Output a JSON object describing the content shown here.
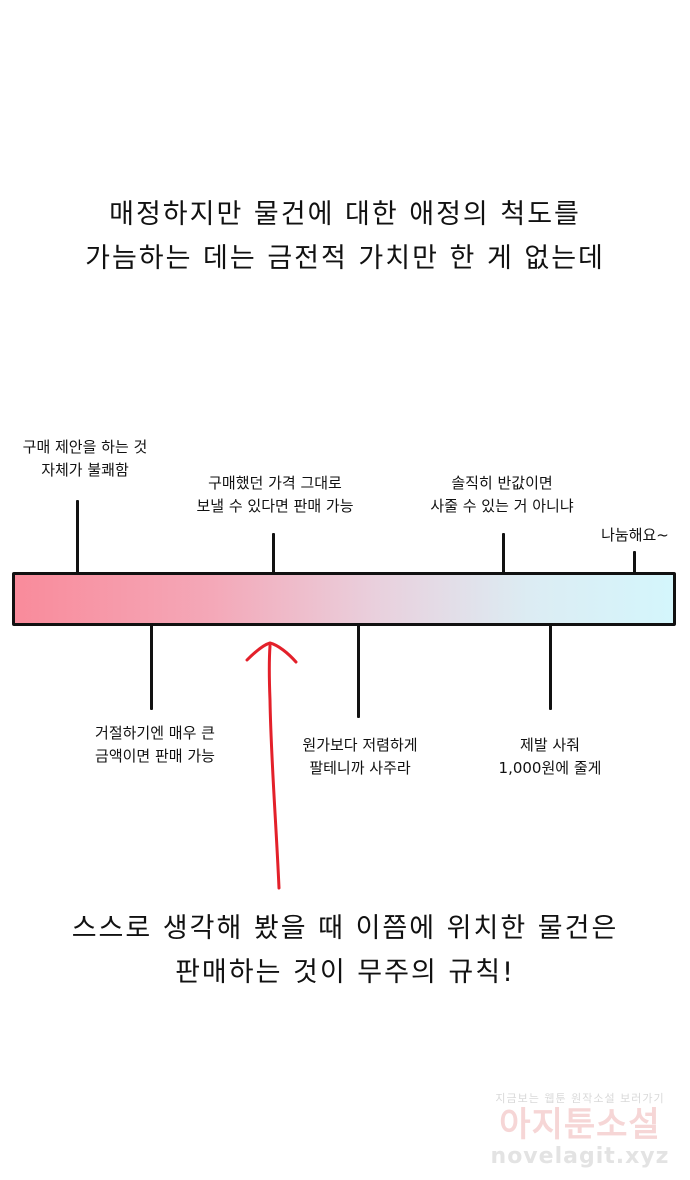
{
  "top_text": {
    "line1": "매정하지만 물건에 대한 애정의 척도를",
    "line2": "가늠하는 데는 금전적 가치만 한 게 없는데"
  },
  "scale_labels_top": [
    {
      "line1": "구매 제안을 하는 것",
      "line2": "자체가 불쾌함"
    },
    {
      "line1": "구매했던 가격 그대로",
      "line2": "보낼 수 있다면 판매 가능"
    },
    {
      "line1": "솔직히 반값이면",
      "line2": "사줄 수 있는 거 아니냐"
    },
    {
      "line1": "나눔해요~"
    }
  ],
  "scale_labels_bottom": [
    {
      "line1": "거절하기엔 매우 큰",
      "line2": "금액이면 판매 가능"
    },
    {
      "line1": "원가보다 저렴하게",
      "line2": "팔테니까 사주라"
    },
    {
      "line1": "제발 사줘",
      "line2": "1,000원에 줄게"
    }
  ],
  "bottom_text": {
    "line1": "스스로 생각해 봤을 때 이쯤에 위치한 물건은",
    "line2": "판매하는 것이 무주의 규칙!"
  },
  "watermark": {
    "tagline": "지금보는 웹툰 원작소설 보러가기",
    "brand": "아지툰소설",
    "url": "novelagit.xyz"
  },
  "colors": {
    "bar_left": "#f98b9b",
    "bar_right": "#d4f6fc",
    "arrow": "#e3202a"
  }
}
